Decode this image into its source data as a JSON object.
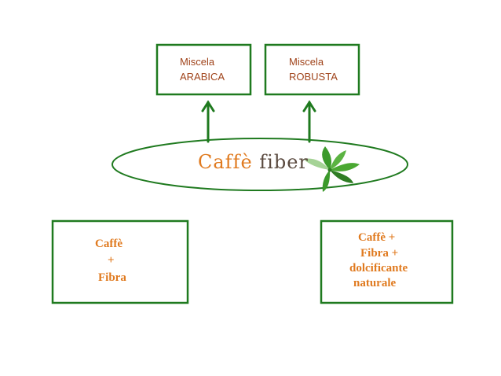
{
  "boxes": {
    "arabica": {
      "line1": "Miscela",
      "line2": "ARABICA"
    },
    "robusta": {
      "line1": "Miscela",
      "line2": "ROBUSTA"
    },
    "left": {
      "line1": "Caffè",
      "line2": "+",
      "line3": "Fibra"
    },
    "right": {
      "line1": "Caffè +",
      "line2": "Fibra +",
      "line3": "dolcificante",
      "line4": "naturale"
    }
  },
  "brand": {
    "word1": "Caffè",
    "word2": "fiber"
  },
  "icons": {
    "logo": "green-leaf-icon"
  },
  "colors": {
    "border": "#1f7a1f",
    "small_text": "#a0441b",
    "bold_text": "#e07a1f",
    "brand_orange": "#e07a1f",
    "brand_brown": "#5a4a3f",
    "leaf": "#3c9a2c"
  }
}
